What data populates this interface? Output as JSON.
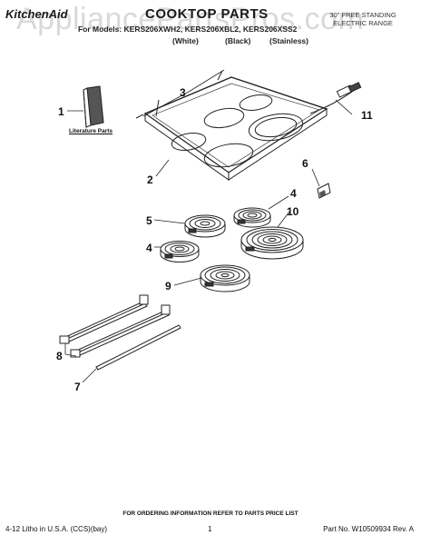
{
  "header": {
    "brand": "KitchenAid",
    "title": "COOKTOP PARTS",
    "range_type": "30\" FREE STANDING ELECTRIC RANGE",
    "models_line": "For Models: KERS206XWH2, KERS206XBL2, KERS206XSS2",
    "finishes": [
      "(White)",
      "(Black)",
      "(Stainless)"
    ]
  },
  "watermark": "AppliancePartsPros.com",
  "diagram": {
    "callouts": [
      "1",
      "2",
      "3",
      "4",
      "5",
      "4",
      "6",
      "7",
      "8",
      "9",
      "10",
      "11"
    ],
    "literature_label": "Literature Parts"
  },
  "footer": {
    "note": "FOR ORDERING INFORMATION REFER TO PARTS PRICE LIST",
    "print_info": "4-12 Litho in U.S.A. (CCS)(bay)",
    "page": "1",
    "part_number": "Part No. W10509934 Rev. A"
  }
}
